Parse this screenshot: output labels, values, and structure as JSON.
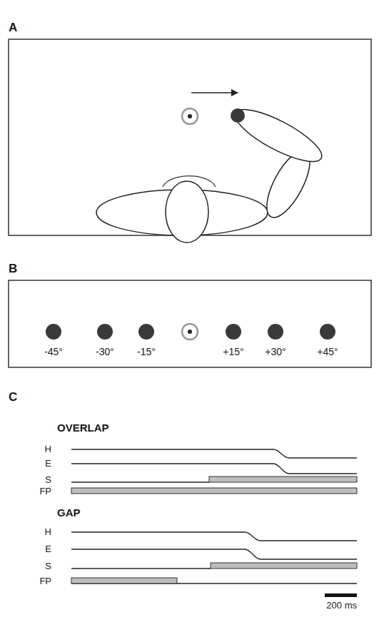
{
  "diagram": {
    "labels": [
      "A",
      "B",
      "-45°",
      "-30°",
      "-15°",
      "+15°",
      "+30°",
      "+45°",
      "C",
      "OVERLAP",
      "H",
      "E",
      "S",
      "FP",
      "GAP",
      "H",
      "E",
      "S",
      "FP",
      "200 ms"
    ]
  }
}
